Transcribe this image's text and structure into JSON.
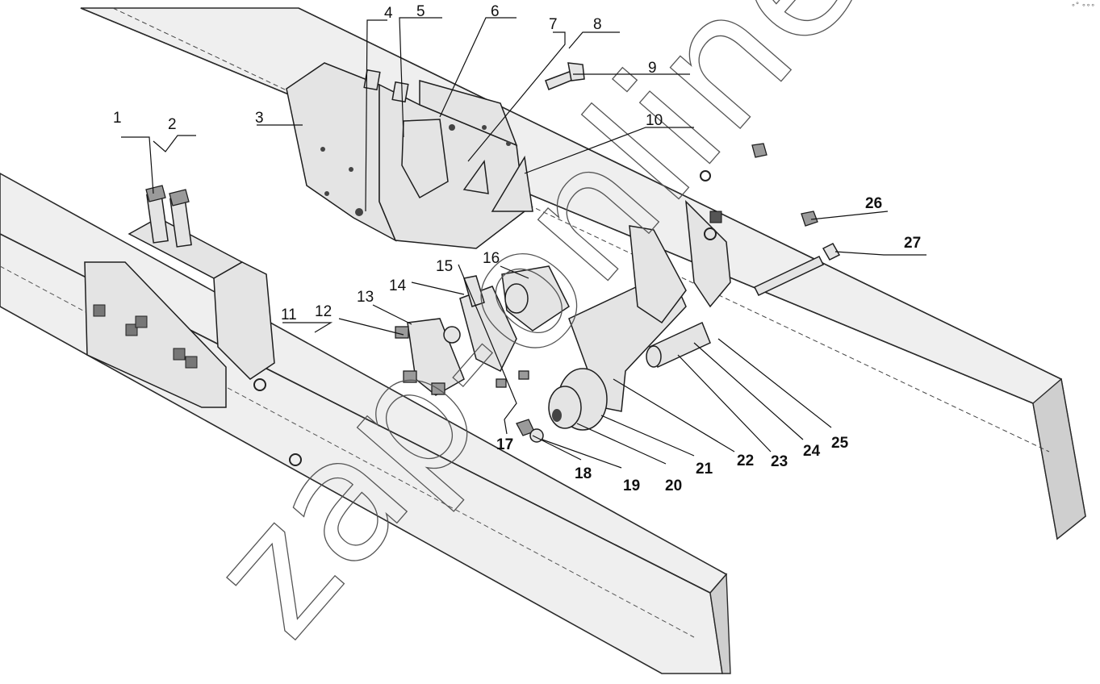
{
  "watermark": "zap-online.ru",
  "corner_mark": "∘° ∘∘∘",
  "callouts": [
    {
      "id": "c1",
      "label": "1"
    },
    {
      "id": "c2",
      "label": "2"
    },
    {
      "id": "c3",
      "label": "3"
    },
    {
      "id": "c4",
      "label": "4"
    },
    {
      "id": "c5",
      "label": "5"
    },
    {
      "id": "c6",
      "label": "6"
    },
    {
      "id": "c7",
      "label": "7"
    },
    {
      "id": "c8",
      "label": "8"
    },
    {
      "id": "c9",
      "label": "9"
    },
    {
      "id": "c10",
      "label": "10"
    },
    {
      "id": "c11",
      "label": "11"
    },
    {
      "id": "c12",
      "label": "12"
    },
    {
      "id": "c13",
      "label": "13"
    },
    {
      "id": "c14",
      "label": "14"
    },
    {
      "id": "c15",
      "label": "15"
    },
    {
      "id": "c16",
      "label": "16"
    },
    {
      "id": "c17",
      "label": "17"
    },
    {
      "id": "c18",
      "label": "18"
    },
    {
      "id": "c19",
      "label": "19"
    },
    {
      "id": "c20",
      "label": "20"
    },
    {
      "id": "c21",
      "label": "21"
    },
    {
      "id": "c22",
      "label": "22"
    },
    {
      "id": "c23",
      "label": "23"
    },
    {
      "id": "c24",
      "label": "24"
    },
    {
      "id": "c25",
      "label": "25"
    },
    {
      "id": "c26",
      "label": "26"
    },
    {
      "id": "c27",
      "label": "27"
    }
  ]
}
